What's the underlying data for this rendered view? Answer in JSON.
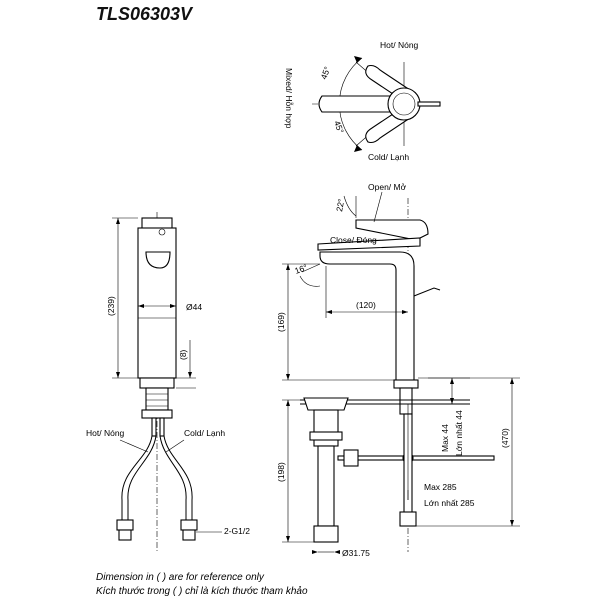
{
  "title": "TLS06303V",
  "labels": {
    "hot_top": "Hot/ Nóng",
    "cold_top": "Cold/ Lạnh",
    "mixed": "Mixed/ Hỗn hợp",
    "angle_45a": "45°",
    "angle_45b": "45°",
    "open": "Open/ Mở",
    "close": "Close/ Đóng",
    "angle_22": "22°",
    "angle_16": "16°",
    "hot_left": "Hot/ Nóng",
    "cold_left": "Cold/ Lạnh",
    "thread": "2-G1/2"
  },
  "dimensions": {
    "d239": "(239)",
    "d44": "Ø44",
    "d8": "(8)",
    "d169": "(169)",
    "d120": "(120)",
    "d198": "(198)",
    "d470": "(470)",
    "max44": "Max 44",
    "lon44": "Lớn nhất 44",
    "max285": "Max 285",
    "lon285": "Lớn nhất 285",
    "d3175": "Ø31.75"
  },
  "notes": {
    "line1": "Dimension in ( ) are for reference only",
    "line2": "Kích thước trong ( ) chỉ là kích thước tham khảo"
  }
}
